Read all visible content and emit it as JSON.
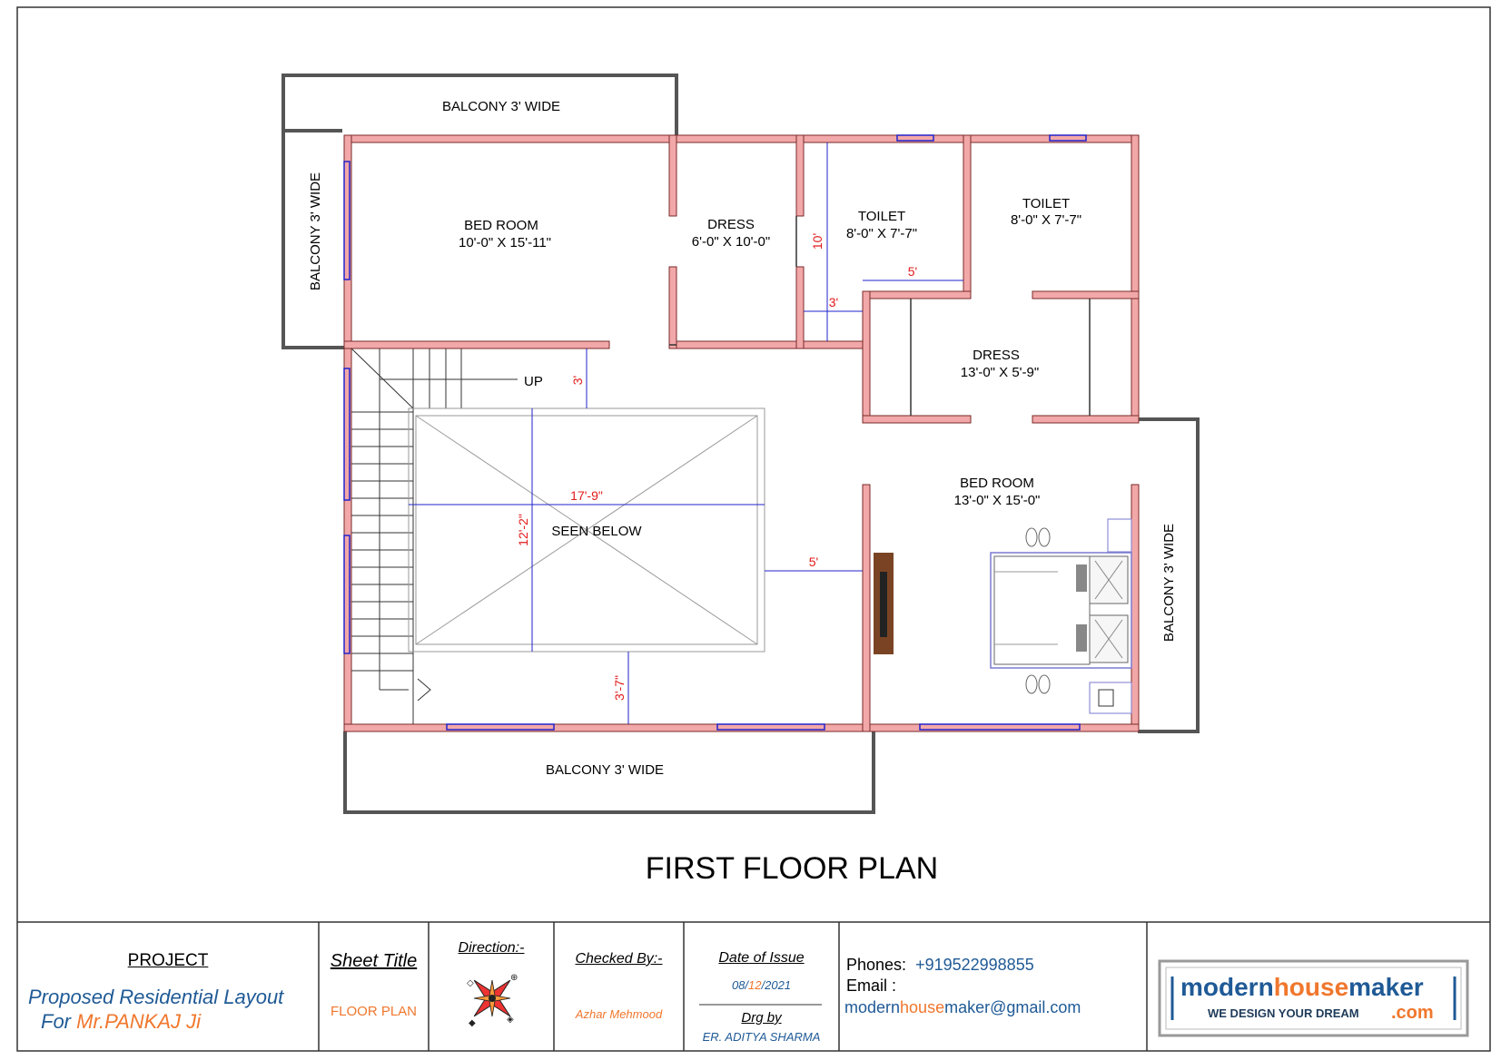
{
  "drawing": {
    "title": "FIRST FLOOR PLAN",
    "rooms": [
      {
        "name": "BED ROOM",
        "size": "10'-0\" X 15'-11\""
      },
      {
        "name": "DRESS",
        "size": "6'-0\" X 10'-0\""
      },
      {
        "name": "TOILET",
        "size": "8'-0\" X 7'-7\""
      },
      {
        "name": "TOILET",
        "size": "8'-0\" X 7'-7\""
      },
      {
        "name": "DRESS",
        "size": "13'-0\" X 5'-9\""
      },
      {
        "name": "BED ROOM",
        "size": "13'-0\" X 15'-0\""
      }
    ],
    "balconies": {
      "top": "BALCONY 3' WIDE",
      "left": "BALCONY 3' WIDE",
      "right": "BALCONY 3' WIDE",
      "bottom": "BALCONY 3' WIDE"
    },
    "labels": {
      "up": "UP",
      "seen_below": "SEEN BELOW"
    },
    "dimensions": {
      "toilet_vertical": "10'",
      "toilet_horizontal": "5'",
      "passage": "3'",
      "stair_gap": "3'",
      "void_width": "17'-9\"",
      "void_depth": "12'-2\"",
      "void_to_wall": "5'",
      "void_to_front": "3'-7\""
    },
    "colors": {
      "wall": "#f2a8a8",
      "wall_edge": "#7a2a2a",
      "dimension": "#e21b1b",
      "window": "#2222cc",
      "tv_unit": "#7a4424"
    }
  },
  "title_block": {
    "project_heading": "PROJECT",
    "project_line1": "Proposed Residential Layout",
    "project_line2_prefix": "For ",
    "project_line2_name": "Mr.PANKAJ Ji",
    "sheet_title_heading": "Sheet Title",
    "sheet_title_value": "FLOOR PLAN",
    "direction_heading": "Direction:-",
    "checked_by_heading": "Checked By:-",
    "checked_by_value": "Azhar Mehmood",
    "date_heading": "Date of Issue",
    "date_day": "08/",
    "date_month": "12",
    "date_year": "/2021",
    "drg_heading": "Drg by",
    "drg_value": "ER. ADITYA SHARMA",
    "phones_label": "Phones:",
    "phones_value": "+919522998855",
    "email_label": "Email :",
    "email_part1": "modern",
    "email_part2": "house",
    "email_part3": "maker@gmail.com",
    "logo_word1": "modern",
    "logo_word2": "house",
    "logo_word3": "maker",
    "logo_tagline": "WE DESIGN YOUR DREAM",
    "logo_com": ".com"
  }
}
